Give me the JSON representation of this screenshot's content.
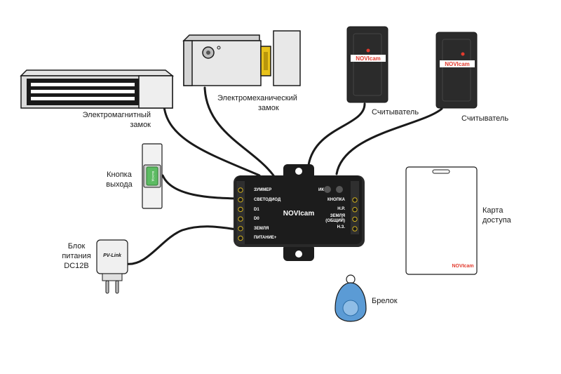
{
  "brand": "NOVIcam",
  "psu_brand": "PV-Link",
  "exit_button_text": "ВЫХОД",
  "labels": {
    "magnetic_lock": [
      "Электромагнитный",
      "замок"
    ],
    "electromech_lock": [
      "Электромеханический",
      "замок"
    ],
    "reader1": "Считыватель",
    "reader2": "Считыватель",
    "exit_button": [
      "Кнопка",
      "выхода"
    ],
    "psu": [
      "Блок",
      "питания",
      "DC12В"
    ],
    "card": [
      "Карта",
      "доступа"
    ],
    "keyfob": "Брелок"
  },
  "controller": {
    "left_terminals": [
      "ЗУММЕР",
      "СВЕТОДИОД",
      "D1",
      "D0",
      "ЗЕМЛЯ",
      "ПИТАНИЕ+"
    ],
    "right_terminals": [
      "КНОПКА",
      "Н.Р.",
      "ЗЕМЛЯ (ОБЩИЙ)",
      "Н.З."
    ],
    "ir_label": "ИК"
  },
  "colors": {
    "controller": "#1c1c1c",
    "reader": "#2b2b2b",
    "accent_red": "#e23b2e",
    "button_green": "#5dbb63",
    "keyfob_blue": "#5b9bd5",
    "lock_gold": "#e8c21a",
    "cable": "#1a1a1a"
  }
}
